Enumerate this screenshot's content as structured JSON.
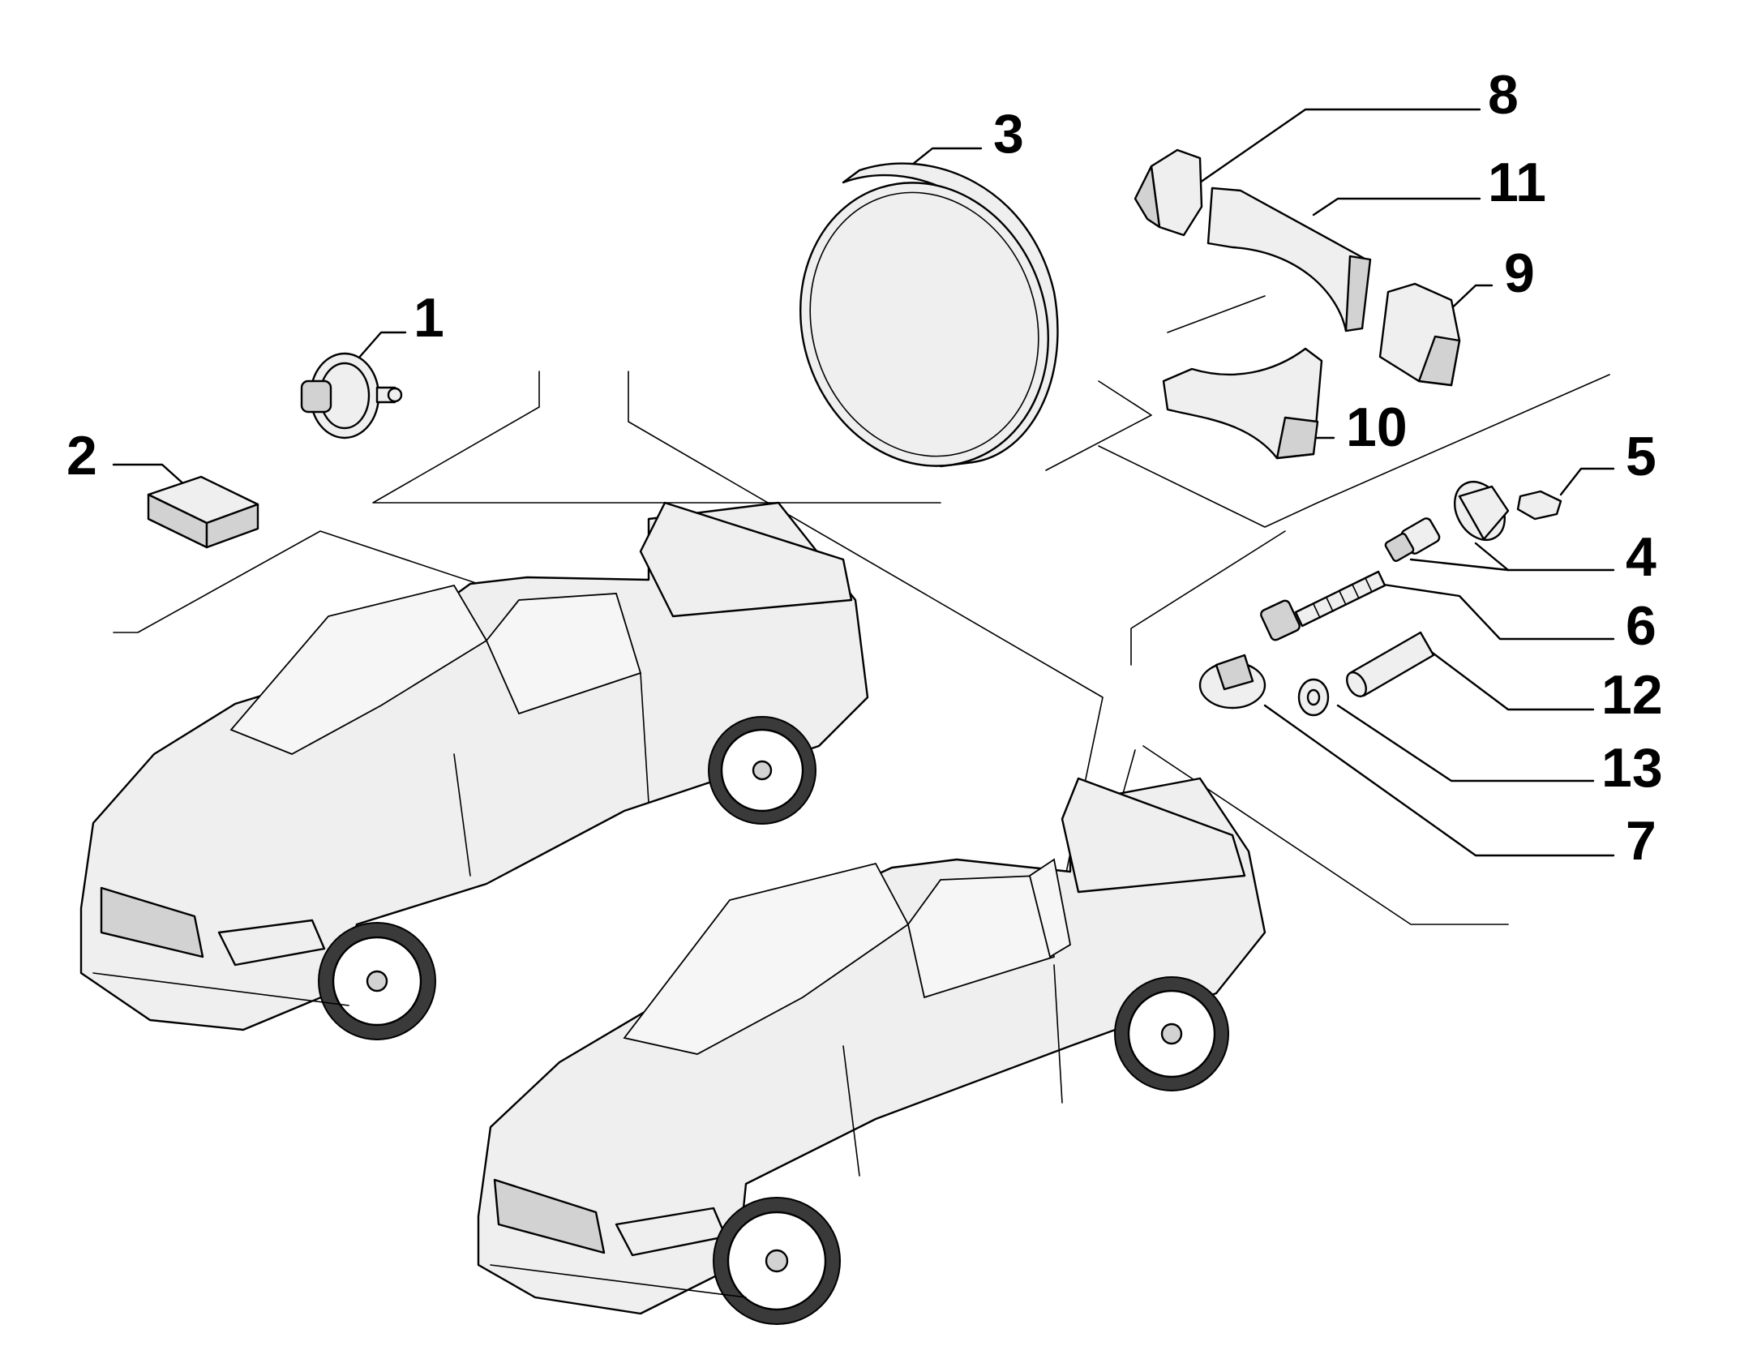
{
  "diagram": {
    "callouts": [
      {
        "id": "c1",
        "label": "1"
      },
      {
        "id": "c2",
        "label": "2"
      },
      {
        "id": "c3",
        "label": "3"
      },
      {
        "id": "c4",
        "label": "4"
      },
      {
        "id": "c5",
        "label": "5"
      },
      {
        "id": "c6",
        "label": "6"
      },
      {
        "id": "c7",
        "label": "7"
      },
      {
        "id": "c8",
        "label": "8"
      },
      {
        "id": "c9",
        "label": "9"
      },
      {
        "id": "c10",
        "label": "10"
      },
      {
        "id": "c11",
        "label": "11"
      },
      {
        "id": "c12",
        "label": "12"
      },
      {
        "id": "c13",
        "label": "13"
      }
    ],
    "parts": [
      {
        "id": "p1",
        "icon": "clip-fastener-icon"
      },
      {
        "id": "p2",
        "icon": "foam-pad-icon"
      },
      {
        "id": "p3",
        "icon": "spare-wheel-cover-icon"
      },
      {
        "id": "p4",
        "icon": "bolt-cap-icon"
      },
      {
        "id": "p5",
        "icon": "small-pad-icon"
      },
      {
        "id": "p6",
        "icon": "long-bolt-icon"
      },
      {
        "id": "p7",
        "icon": "wing-nut-icon"
      },
      {
        "id": "p8",
        "icon": "wedge-block-icon"
      },
      {
        "id": "p9",
        "icon": "wedge-block-icon"
      },
      {
        "id": "p10",
        "icon": "curved-support-icon"
      },
      {
        "id": "p11",
        "icon": "curved-support-icon"
      },
      {
        "id": "p12",
        "icon": "sleeve-tube-icon"
      },
      {
        "id": "p13",
        "icon": "washer-icon"
      }
    ],
    "vehicles": [
      {
        "id": "v1",
        "icon": "pickup-truck-icon"
      },
      {
        "id": "v2",
        "icon": "pickup-truck-icon"
      }
    ]
  }
}
